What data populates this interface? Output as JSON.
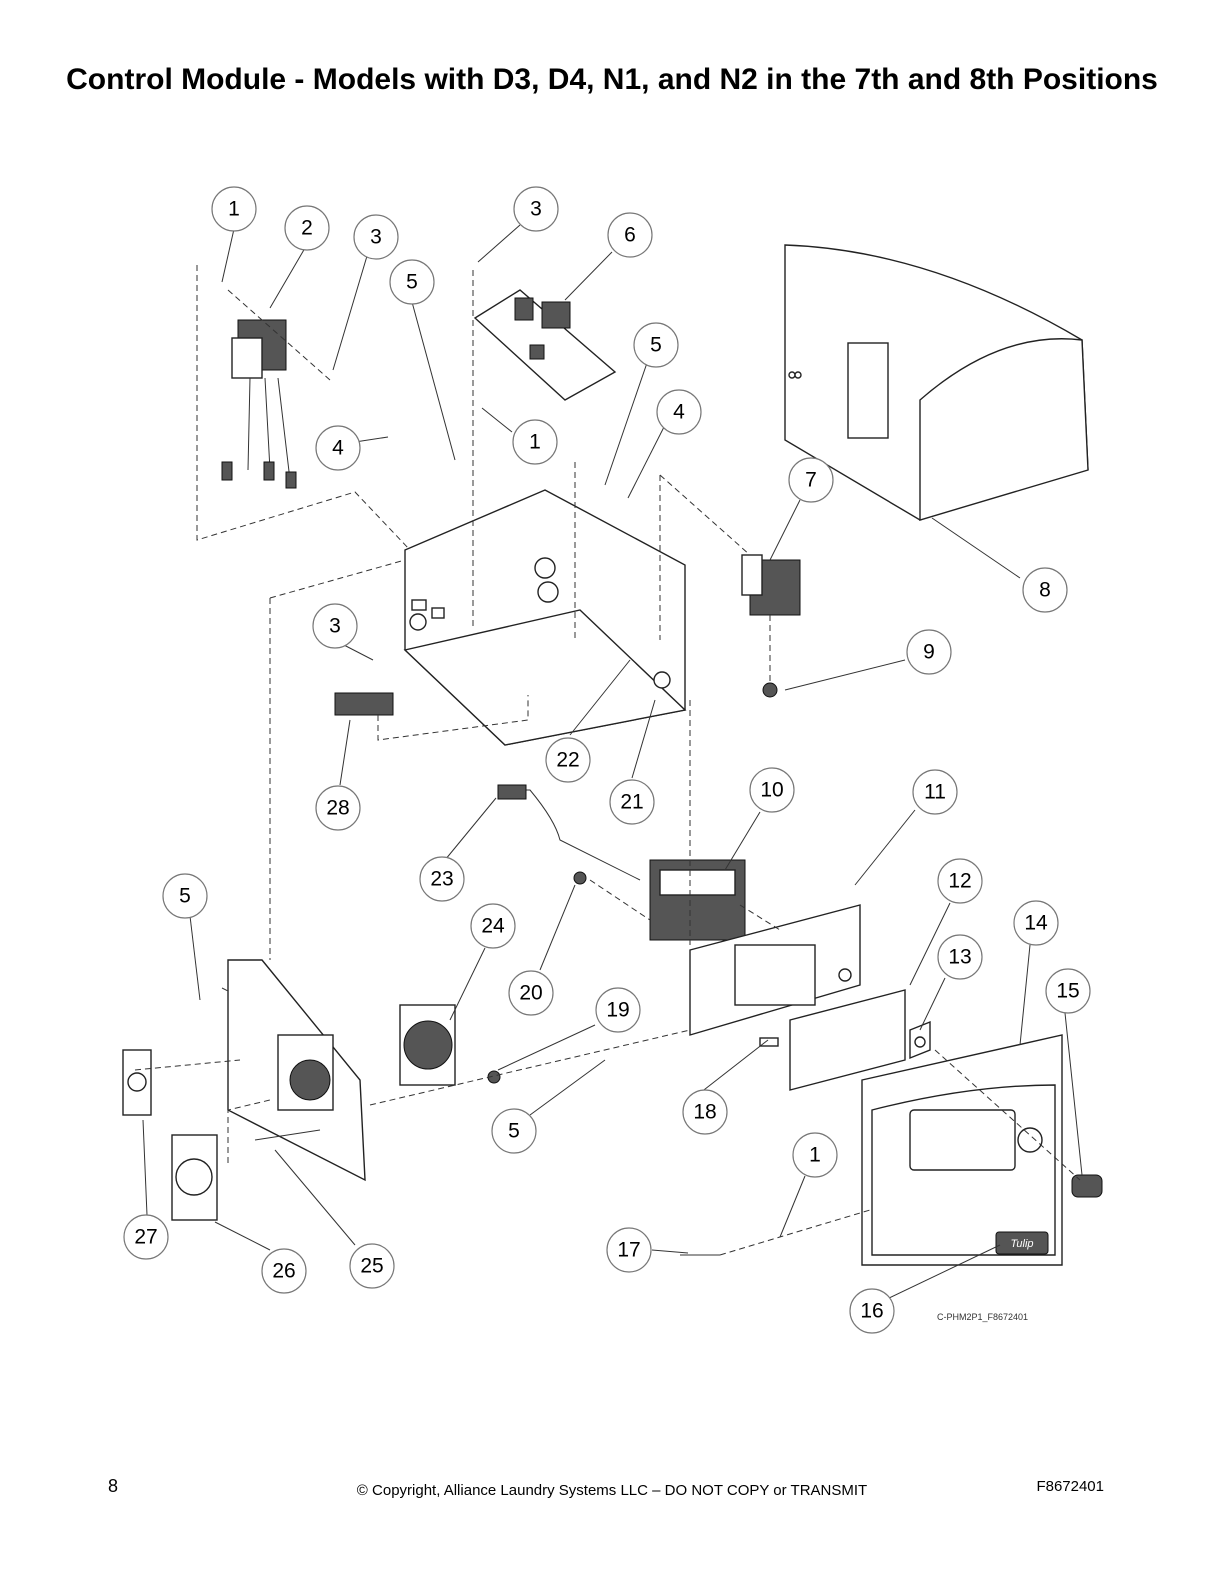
{
  "page": {
    "title": "Control Module - Models with D3, D4, N1, and N2 in the 7th and 8th Positions",
    "figure_code": "C-PHM2P1_F8672401",
    "brand_badge": "Tulip",
    "footer": {
      "page_number": "8",
      "copyright": "© Copyright, Alliance Laundry Systems LLC – DO NOT COPY or TRANSMIT",
      "doc_number": "F8672401"
    }
  },
  "callouts": [
    {
      "label": "1"
    },
    {
      "label": "2"
    },
    {
      "label": "3"
    },
    {
      "label": "5"
    },
    {
      "label": "3"
    },
    {
      "label": "6"
    },
    {
      "label": "5"
    },
    {
      "label": "4"
    },
    {
      "label": "1"
    },
    {
      "label": "4"
    },
    {
      "label": "7"
    },
    {
      "label": "8"
    },
    {
      "label": "9"
    },
    {
      "label": "3"
    },
    {
      "label": "22"
    },
    {
      "label": "21"
    },
    {
      "label": "28"
    },
    {
      "label": "10"
    },
    {
      "label": "11"
    },
    {
      "label": "23"
    },
    {
      "label": "5"
    },
    {
      "label": "12"
    },
    {
      "label": "14"
    },
    {
      "label": "24"
    },
    {
      "label": "13"
    },
    {
      "label": "15"
    },
    {
      "label": "20"
    },
    {
      "label": "19"
    },
    {
      "label": "18"
    },
    {
      "label": "5"
    },
    {
      "label": "1"
    },
    {
      "label": "27"
    },
    {
      "label": "25"
    },
    {
      "label": "26"
    },
    {
      "label": "17"
    },
    {
      "label": "16"
    }
  ]
}
